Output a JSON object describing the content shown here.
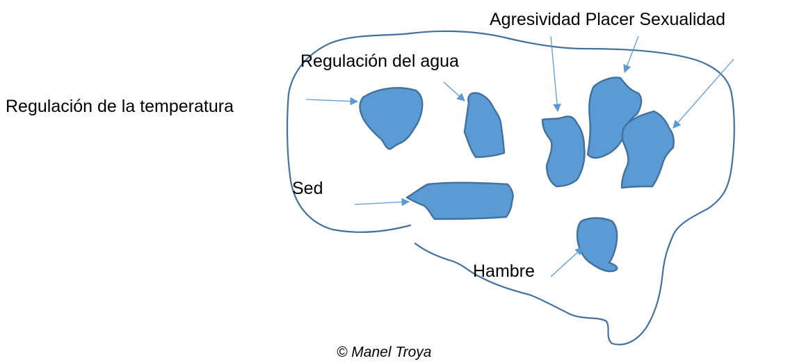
{
  "colors": {
    "region_fill": "#5b9bd5",
    "region_stroke": "#41719c",
    "outline_stroke": "#41719c",
    "arrow": "#5b9bd5"
  },
  "labels": {
    "temperatura": "Regulación de la temperatura",
    "agua": "Regulación del agua",
    "top_group": "Agresividad Placer Sexualidad",
    "sed": "Sed",
    "hambre": "Hambre"
  },
  "credit": "© Manel Troya"
}
